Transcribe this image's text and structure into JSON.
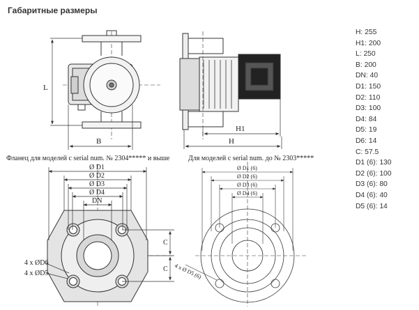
{
  "title": "Габаритные размеры",
  "captions": {
    "left": "Фланец для моделей с serial num. № 2304***** и выше",
    "right": "Для моделей с serial num. до № 2303*****"
  },
  "labels": {
    "L": "L",
    "B": "B",
    "H1": "H1",
    "H": "H",
    "d1": "Ø D1",
    "d2": "Ø D2",
    "d3": "Ø D3",
    "d4": "Ø D4",
    "dn": "DN",
    "c": "C",
    "d6": "4 x ØD6",
    "d5": "4 x ØD5",
    "r_d1": "Ø D1 (6)",
    "r_d2": "Ø D2 (6)",
    "r_d3": "Ø D3 (6)",
    "r_d4": "Ø D4 (6)",
    "r_d5": "4 x Ø D5 (6)"
  },
  "specs": [
    "H: 255",
    "H1: 200",
    "L: 250",
    "B: 200",
    "DN: 40",
    "D1: 150",
    "D2: 110",
    "D3: 100",
    "D4: 84",
    "D5: 19",
    "D6: 14",
    "C: 57.5",
    "D1 (6): 130",
    "D2 (6): 100",
    "D3 (6): 80",
    "D4 (6): 40",
    "D5 (6): 14"
  ]
}
